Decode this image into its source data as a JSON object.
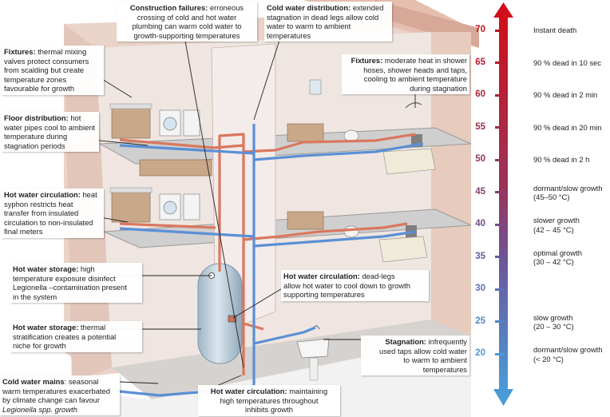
{
  "callouts": [
    {
      "id": "fixtures-left",
      "title": "Fixtures:",
      "lines": [
        "thermal mixing",
        "valves protect consumers",
        "from scalding but create",
        "temperature zones",
        "favourable for growth"
      ]
    },
    {
      "id": "construction",
      "title": "Construction failures:",
      "lines": [
        "erroneous",
        "crossing of cold and hot water",
        "plumbing can warm cold water to",
        "growth-supporting temperatures"
      ]
    },
    {
      "id": "cold-dist",
      "title": "Cold water distribution:",
      "lines": [
        "extended",
        "stagnation in dead legs allow cold",
        "water to warm to ambient",
        "temperatures"
      ]
    },
    {
      "id": "fixtures-right",
      "title": "Fixtures:",
      "lines": [
        "moderate heat in shower",
        "hoses, shower heads and taps,",
        "cooling to ambient temperature",
        "during stagnation"
      ]
    },
    {
      "id": "floor-dist",
      "title": "Floor distribution:",
      "lines": [
        "hot",
        "water pipes cool to ambient",
        "temperature during",
        "stagnation periods"
      ]
    },
    {
      "id": "hw-circ-left",
      "title": "Hot water circulation:",
      "lines": [
        "heat",
        "syphon restricts heat",
        "transfer from insulated",
        "circulation to non-insulated",
        "final meters"
      ]
    },
    {
      "id": "hw-storage-1",
      "title": "Hot water storage:",
      "lines": [
        "high",
        "temperature exposure disinfect",
        "Legionella –contamination present",
        "in the system"
      ]
    },
    {
      "id": "hw-circ-mid",
      "title": "Hot water circulation:",
      "lines": [
        "dead-legs",
        "allow hot water to cool down to growth",
        "supporting temperatures"
      ]
    },
    {
      "id": "hw-storage-2",
      "title": "Hot water storage:",
      "lines": [
        "thermal",
        "stratification creates a potential",
        "niche for growth"
      ]
    },
    {
      "id": "stagnation",
      "title": "Stagnation:",
      "lines": [
        "infrequently",
        "used taps allow cold water",
        "to warm to ambient",
        "temperatures"
      ]
    },
    {
      "id": "cold-mains",
      "title": "Cold water mains",
      "lines": [
        ": seasonal",
        "warm temperatures exacerbated",
        "by climate change can favour",
        "Legionella spp. growth"
      ]
    },
    {
      "id": "hw-circ-bottom",
      "title": "Hot water circulation:",
      "lines": [
        "maintaining",
        "high temperatures throughout",
        "inhibits growth"
      ]
    }
  ],
  "scale": {
    "ticks": [
      {
        "value": "70",
        "color": "#c0141e",
        "label": [
          "Instant death"
        ]
      },
      {
        "value": "65",
        "color": "#b81c2c",
        "label": [
          "90 % dead in 10 sec"
        ]
      },
      {
        "value": "60",
        "color": "#ad2437",
        "label": [
          "90 % dead in 2 min"
        ]
      },
      {
        "value": "55",
        "color": "#a02d48",
        "label": [
          "90 % dead in 20 min"
        ]
      },
      {
        "value": "50",
        "color": "#923659",
        "label": [
          "90 % dead in 2 h"
        ]
      },
      {
        "value": "45",
        "color": "#834070",
        "label": [
          "dormant/slow growth",
          "(45–50 °C)"
        ]
      },
      {
        "value": "40",
        "color": "#744c86",
        "label": [
          "slower growth",
          "(42 – 45 °C)"
        ]
      },
      {
        "value": "35",
        "color": "#65589a",
        "label": [
          "optimal growth",
          "(30 – 42 °C)"
        ]
      },
      {
        "value": "30",
        "color": "#5b6fb0",
        "label": []
      },
      {
        "value": "25",
        "color": "#5585c2",
        "label": [
          "slow growth",
          "(20 – 30 °C)"
        ]
      },
      {
        "value": "20",
        "color": "#4f98d4",
        "label": [
          "dormant/slow growth",
          "(< 20 °C)"
        ]
      }
    ]
  },
  "colors": {
    "hot_pipe": "#d9785f",
    "cold_pipe": "#5b8fd6",
    "wall": "#e8c4b3",
    "floor_slab": "#c9c9c9",
    "arrow_top": "#d0101a",
    "arrow_bottom": "#4a9ad8"
  }
}
